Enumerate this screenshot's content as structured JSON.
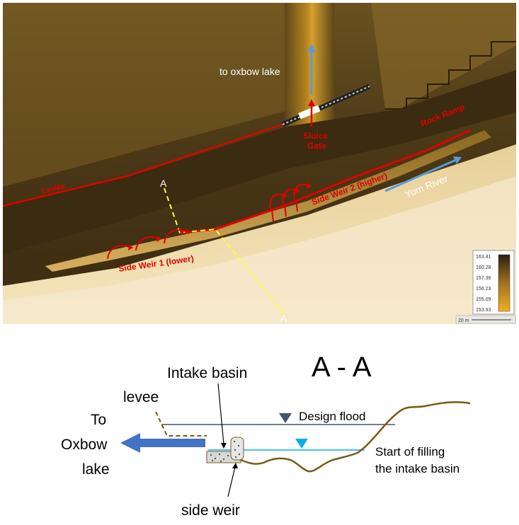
{
  "map": {
    "labels": {
      "to_oxbow": "to oxbow lake",
      "sluice_1": "Sluice",
      "sluice_2": "Gate",
      "rock_ramp": "Rock Ramp",
      "levee": "Levee",
      "side_weir_2": "Side Weir 2 (higher)",
      "yom_river": "Yom River",
      "side_weir_1": "Side Weir  1 (lower)",
      "section_a_top": "A",
      "section_a_bottom": "A"
    },
    "legend": {
      "values": [
        "163.41",
        "160.28",
        "157.36",
        "156.23",
        "155.09",
        "153.93"
      ]
    },
    "scale_bar": "20 m",
    "colors": {
      "levee_line": "#e00000",
      "arrow_blue": "#5b9bd5",
      "section_line": "#ffff33",
      "terrain_dark": "#3a2c14",
      "terrain_light": "#f2e2b6"
    }
  },
  "section": {
    "title": "A - A",
    "intake_basin": "Intake basin",
    "levee": "levee",
    "to": "To",
    "oxbow": "Oxbow",
    "lake": "lake",
    "design_flood": "Design flood",
    "start_filling_1": "Start of filling",
    "start_filling_2": "the intake basin",
    "side_weir": "side weir",
    "colors": {
      "ground": "#7a5a14",
      "arrow": "#4472c4",
      "water_line": "#00b0f0",
      "flood_line": "#44546a"
    }
  }
}
